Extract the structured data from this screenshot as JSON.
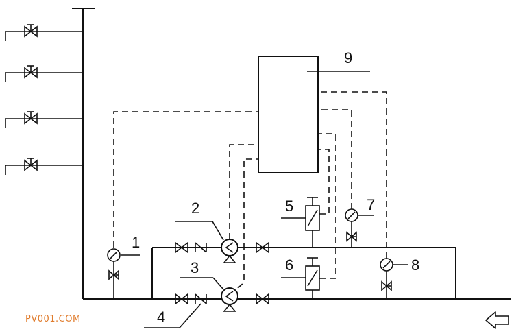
{
  "diagram": {
    "labels": {
      "gauge_1": "1",
      "pump_2": "2",
      "pump_3": "3",
      "valve_4": "4",
      "filter_5": "5",
      "filter_6": "6",
      "gauge_7": "7",
      "gauge_8": "8",
      "tank_9": "9"
    },
    "watermark": "PV001.COM",
    "icons": {
      "flow_direction": "hollow-left-arrow-icon",
      "gate_valve": "gate-valve-icon",
      "check_valve": "check-valve-icon",
      "pump": "pump-icon",
      "pressure_gauge": "pressure-gauge-icon",
      "filter": "filter-icon"
    },
    "colors": {
      "line": "#111111",
      "watermark": "#e07b2c"
    }
  }
}
